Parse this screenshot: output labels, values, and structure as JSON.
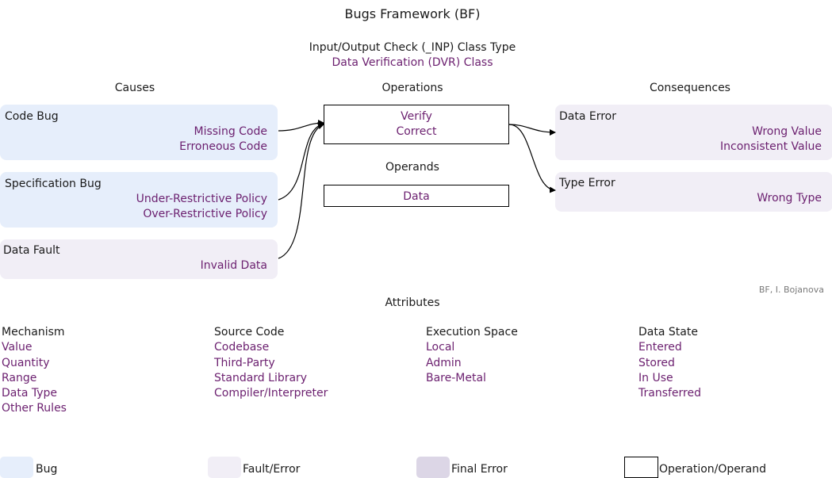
{
  "title": "Bugs Framework (BF)",
  "class_type": "Input/Output  Check (_INP) Class Type",
  "class_name": "Data Verification (DVR) Class",
  "headers": {
    "causes": "Causes",
    "operations": "Operations",
    "consequences": "Consequences",
    "operands": "Operands",
    "attributes": "Attributes"
  },
  "causes": [
    {
      "title": "Code Bug",
      "items": [
        "Missing Code",
        "Erroneous Code"
      ]
    },
    {
      "title": "Specification Bug",
      "items": [
        "Under-Restrictive Policy",
        "Over-Restrictive Policy"
      ]
    },
    {
      "title": "Data Fault",
      "items": [
        "Invalid Data"
      ]
    }
  ],
  "operations": [
    "Verify",
    "Correct"
  ],
  "operands": [
    "Data"
  ],
  "consequences": [
    {
      "title": "Data Error",
      "items": [
        "Wrong Value",
        "Inconsistent Value"
      ]
    },
    {
      "title": "Type Error",
      "items": [
        "Wrong Type"
      ]
    }
  ],
  "credit": "BF, I. Bojanova",
  "attributes": [
    {
      "title": "Mechanism",
      "items": [
        "Value",
        "Quantity",
        "Range",
        "Data Type",
        "Other Rules"
      ]
    },
    {
      "title": "Source  Code",
      "items": [
        "Codebase",
        "Third-Party",
        "Standard  Library",
        "Compiler/Interpreter"
      ]
    },
    {
      "title": "Execution Space",
      "items": [
        "Local",
        "Admin",
        "Bare-Metal"
      ]
    },
    {
      "title": "Data State",
      "items": [
        "Entered",
        "Stored",
        "In Use",
        "Transferred"
      ]
    }
  ],
  "legend": [
    {
      "label": "Bug",
      "color": "#e6eefb"
    },
    {
      "label": "Fault/Error",
      "color": "#f1eef6"
    },
    {
      "label": "Final Error",
      "color": "#dcd6e6"
    },
    {
      "label": "Operation/Operand",
      "color": "#ffffff"
    }
  ]
}
